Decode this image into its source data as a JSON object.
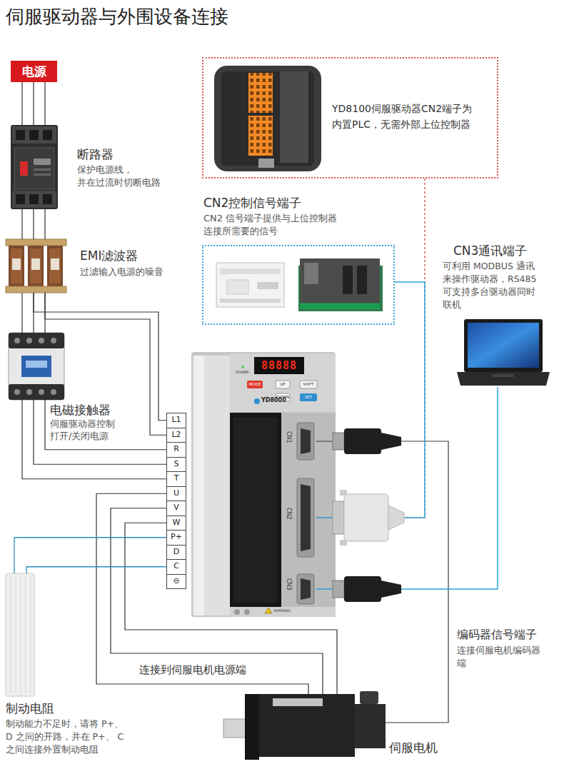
{
  "diagram": {
    "title": "伺服驱动器与外围设备连接",
    "nodes": [
      {
        "text": [
          "电源"
        ]
      },
      {
        "text": [
          "断路器",
          "保护电源线， 并在过流时切断电路"
        ]
      },
      {
        "text": [
          "EMI滤波器",
          "过滤输入电源的噪音"
        ]
      },
      {
        "text": [
          "电磁接触器",
          "伺服驱动器控制 打开/关闭电源"
        ]
      },
      {
        "text": [
          "L1"
        ]
      },
      {
        "text": [
          "L2"
        ]
      },
      {
        "text": [
          "R"
        ]
      },
      {
        "text": [
          "S"
        ]
      },
      {
        "text": [
          "T"
        ]
      },
      {
        "text": [
          "U"
        ]
      },
      {
        "text": [
          "V"
        ]
      },
      {
        "text": [
          "W"
        ]
      },
      {
        "text": [
          "P+"
        ]
      },
      {
        "text": [
          "D"
        ]
      },
      {
        "text": [
          "C"
        ]
      },
      {
        "text": [
          "⊝"
        ]
      },
      {
        "text": [
          "CN1"
        ]
      },
      {
        "text": [
          "CN2"
        ]
      },
      {
        "text": [
          "CN3"
        ]
      },
      {
        "text": [
          "YD8100伺服驱动器CN2端子为 内置PLC，无需外部上位控制器"
        ]
      },
      {
        "text": [
          "CN2控制信号端子",
          "CN2 信号端子提供与上位控制器 连接所需要的信号"
        ]
      },
      {
        "text": [
          "CN3通讯端子",
          "可利用 MODBUS 通讯 来操作驱动器，RS485 可支持多台驱动器同时 联机"
        ]
      },
      {
        "text": [
          "伺服电机"
        ]
      },
      {
        "text": [
          "制动电阻",
          "制动能力不足时，请将 P+、 D 之间的开路，并在 P+、 C 之间连接外置制动电阻"
        ]
      }
    ],
    "edges": [
      {
        "from": 0,
        "to": 1,
        "arrow": "none"
      },
      {
        "from": 1,
        "to": 2,
        "arrow": "none"
      },
      {
        "from": 2,
        "to": 3,
        "arrow": "none"
      },
      {
        "from": 2,
        "to": 4,
        "arrow": "none"
      },
      {
        "from": 2,
        "to": 5,
        "arrow": "none"
      },
      {
        "from": 3,
        "to": 6,
        "arrow": "none"
      },
      {
        "from": 3,
        "to": 7,
        "arrow": "none"
      },
      {
        "from": 3,
        "to": 8,
        "arrow": "none"
      },
      {
        "from": 9,
        "to": 22,
        "arrow": "none"
      },
      {
        "from": 10,
        "to": 22,
        "arrow": "none"
      },
      {
        "from": 11,
        "to": 22,
        "arrow": "none"
      },
      {
        "from": 12,
        "to": 23,
        "arrow": "none"
      },
      {
        "from": 14,
        "to": 23,
        "arrow": "none"
      },
      {
        "from": 16,
        "to": 22,
        "arrow": "none"
      },
      {
        "from": 17,
        "to": 19,
        "arrow": "none"
      },
      {
        "from": 17,
        "to": 20,
        "arrow": "none"
      },
      {
        "from": 18,
        "to": 21,
        "arrow": "none"
      }
    ],
    "labels": [
      "88888",
      "POWER",
      "MODE",
      "UP",
      "SHIFT",
      "DOWN",
      "SET",
      "YD8000",
      "WARNING",
      "编码器信号端子",
      "连接伺服电机编码器 端",
      "连接到伺服电机电源端"
    ]
  }
}
